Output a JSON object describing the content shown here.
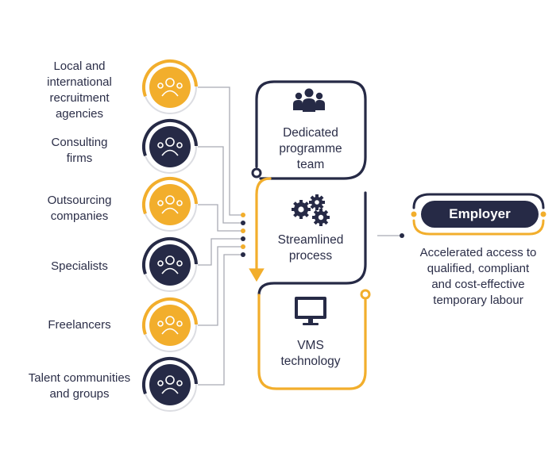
{
  "colors": {
    "navy": "#262a46",
    "gold": "#f2ae2c",
    "gray_line": "#a9abb4",
    "icon_bg": "#ffffff"
  },
  "sources": [
    {
      "name": "recruitment-agencies",
      "label": "Local and\ninternational\nrecruitment\nagencies",
      "icon": "search-person-icon",
      "ring": "gold"
    },
    {
      "name": "consulting-firms",
      "label": "Consulting\nfirms",
      "icon": "meeting-icon",
      "ring": "navy"
    },
    {
      "name": "outsourcing-companies",
      "label": "Outsourcing\ncompanies",
      "icon": "globe-network-icon",
      "ring": "gold"
    },
    {
      "name": "specialists",
      "label": "Specialists",
      "icon": "presenter-icon",
      "ring": "navy"
    },
    {
      "name": "freelancers",
      "label": "Freelancers",
      "icon": "laptop-worker-icon",
      "ring": "gold"
    },
    {
      "name": "talent-communities",
      "label": "Talent communities\nand groups",
      "icon": "group-icon",
      "ring": "navy"
    }
  ],
  "stages": [
    {
      "name": "dedicated-team",
      "label": "Dedicated\nprogramme\nteam",
      "icon": "team-icon"
    },
    {
      "name": "streamlined-process",
      "label": "Streamlined\nprocess",
      "icon": "gears-icon"
    },
    {
      "name": "vms-technology",
      "label": "VMS\ntechnology",
      "icon": "monitor-icon"
    }
  ],
  "employer": {
    "label": "Employer",
    "outcome": "Accelerated access to\nqualified, compliant\nand cost-effective\ntemporary labour"
  }
}
